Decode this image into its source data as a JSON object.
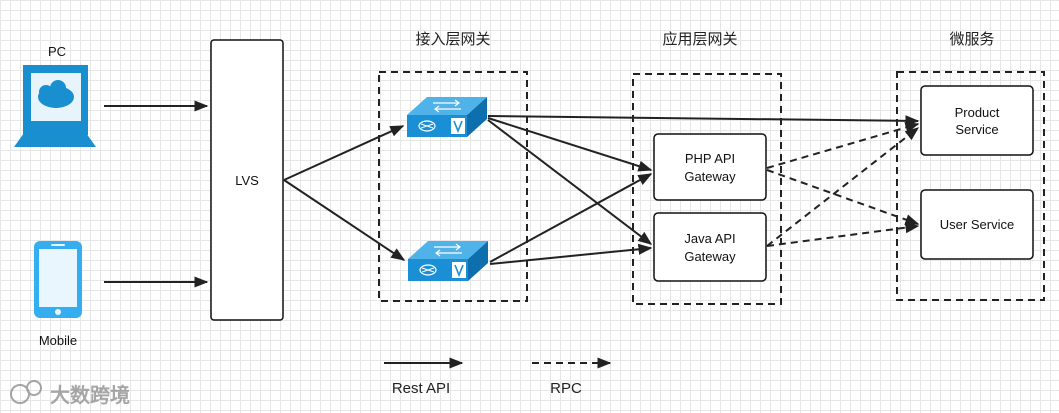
{
  "groups": {
    "access_gateway": "接入层网关",
    "app_gateway": "应用层网关",
    "microservices": "微服务"
  },
  "clients": {
    "pc": "PC",
    "mobile": "Mobile"
  },
  "lvs": "LVS",
  "gateways": {
    "php_line1": "PHP API",
    "php_line2": "Gateway",
    "java_line1": "Java API",
    "java_line2": "Gateway"
  },
  "services": {
    "product_line1": "Product",
    "product_line2": "Service",
    "user": "User Service"
  },
  "legend": {
    "rest": "Rest API",
    "rpc": "RPC"
  },
  "watermark": "大数跨境",
  "colors": {
    "switch_blue": "#1b8fd6",
    "monitor_blue": "#1a8fd0",
    "phone_blue": "#34aef0"
  },
  "icons": [
    "pc-icon",
    "mobile-icon",
    "switch-icon"
  ]
}
